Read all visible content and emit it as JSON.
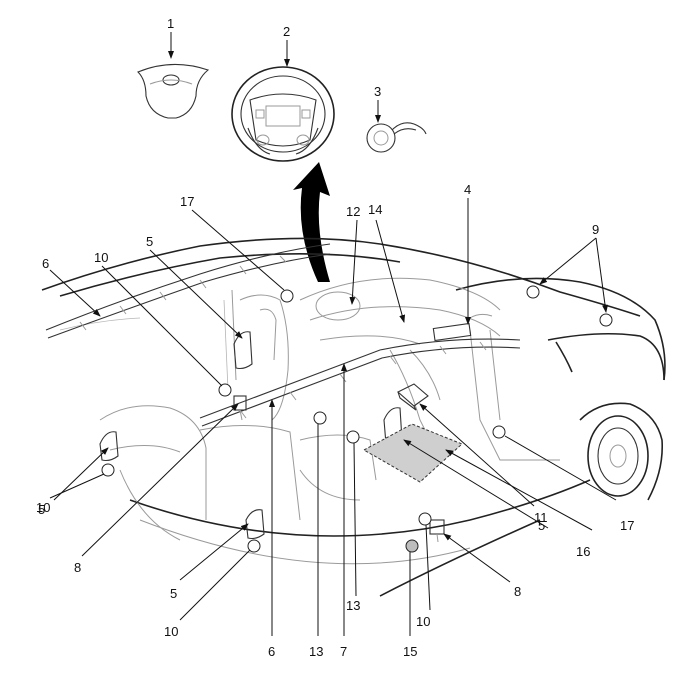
{
  "callouts": [
    {
      "id": "c1",
      "text": "1"
    },
    {
      "id": "c2",
      "text": "2"
    },
    {
      "id": "c3",
      "text": "3"
    },
    {
      "id": "c4",
      "text": "4"
    },
    {
      "id": "c5a",
      "text": "5"
    },
    {
      "id": "c5b",
      "text": "5"
    },
    {
      "id": "c5c",
      "text": "5"
    },
    {
      "id": "c5d",
      "text": "5"
    },
    {
      "id": "c6a",
      "text": "6"
    },
    {
      "id": "c6b",
      "text": "6"
    },
    {
      "id": "c7",
      "text": "7"
    },
    {
      "id": "c8a",
      "text": "8"
    },
    {
      "id": "c8b",
      "text": "8"
    },
    {
      "id": "c9",
      "text": "9"
    },
    {
      "id": "c10a",
      "text": "10"
    },
    {
      "id": "c10b",
      "text": "10"
    },
    {
      "id": "c10c",
      "text": "10"
    },
    {
      "id": "c10d",
      "text": "10"
    },
    {
      "id": "c11",
      "text": "11"
    },
    {
      "id": "c12",
      "text": "12"
    },
    {
      "id": "c13a",
      "text": "13"
    },
    {
      "id": "c13b",
      "text": "13"
    },
    {
      "id": "c14",
      "text": "14"
    },
    {
      "id": "c15",
      "text": "15"
    },
    {
      "id": "c16",
      "text": "16"
    },
    {
      "id": "c17a",
      "text": "17"
    },
    {
      "id": "c17b",
      "text": "17"
    }
  ]
}
